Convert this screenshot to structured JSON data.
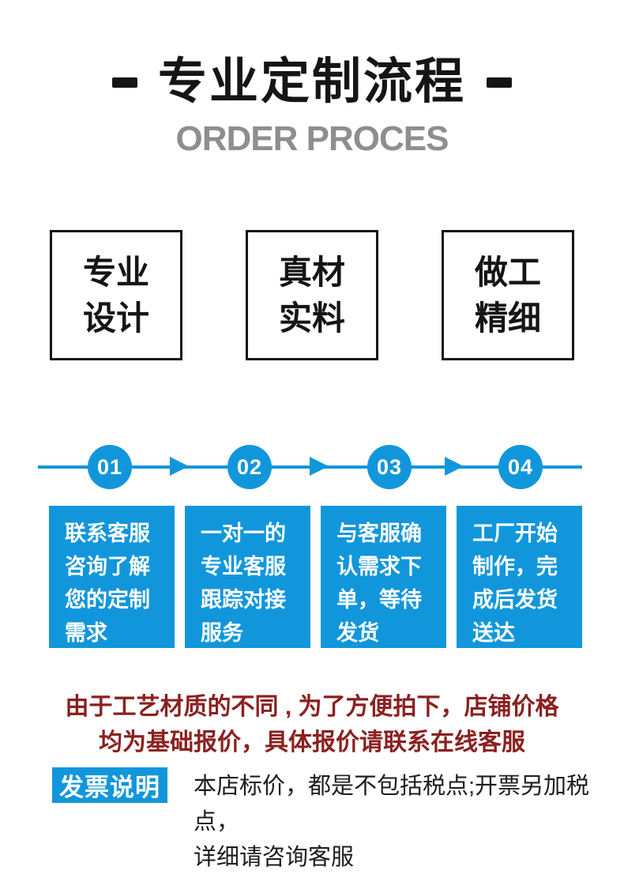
{
  "colors": {
    "accent_blue": "#1296DB",
    "title_black": "#151515",
    "subtitle_gray": "#8E8E8E",
    "notice_red": "#8B2020",
    "invoice_text": "#1D1D1D",
    "box_border": "#151515"
  },
  "header": {
    "title": "专业定制流程",
    "subtitle": "ORDER PROCES"
  },
  "features": [
    {
      "lines": [
        "专业",
        "设计"
      ]
    },
    {
      "lines": [
        "真材",
        "实料"
      ]
    },
    {
      "lines": [
        "做工",
        "精细"
      ]
    }
  ],
  "process": {
    "steps": [
      {
        "number": "01",
        "description": "联系客服咨询了解您的定制需求",
        "lines": [
          "联系客服",
          "咨询了解",
          "您的定制",
          "需求"
        ]
      },
      {
        "number": "02",
        "description": "一对一的专业客服跟踪对接服务",
        "lines": [
          "一对一的",
          "专业客服",
          "跟踪对接",
          "服务"
        ]
      },
      {
        "number": "03",
        "description": "与客服确认需求下单，等待发货",
        "lines": [
          "与客服确",
          "认需求下",
          "单，等待",
          "发货"
        ]
      },
      {
        "number": "04",
        "description": "工厂开始制作，完成后发货送达",
        "lines": [
          "工厂开始",
          "制作，完",
          "成后发货",
          "送达"
        ]
      }
    ]
  },
  "notice": {
    "line1": "由于工艺材质的不同 , 为了方便拍下，店铺价格",
    "line2": "均为基础报价，具体报价请联系在线客服"
  },
  "invoice": {
    "badge": "发票说明",
    "line1": "本店标价，都是不包括税点;开票另加税点，",
    "line2": "详细请咨询客服"
  }
}
